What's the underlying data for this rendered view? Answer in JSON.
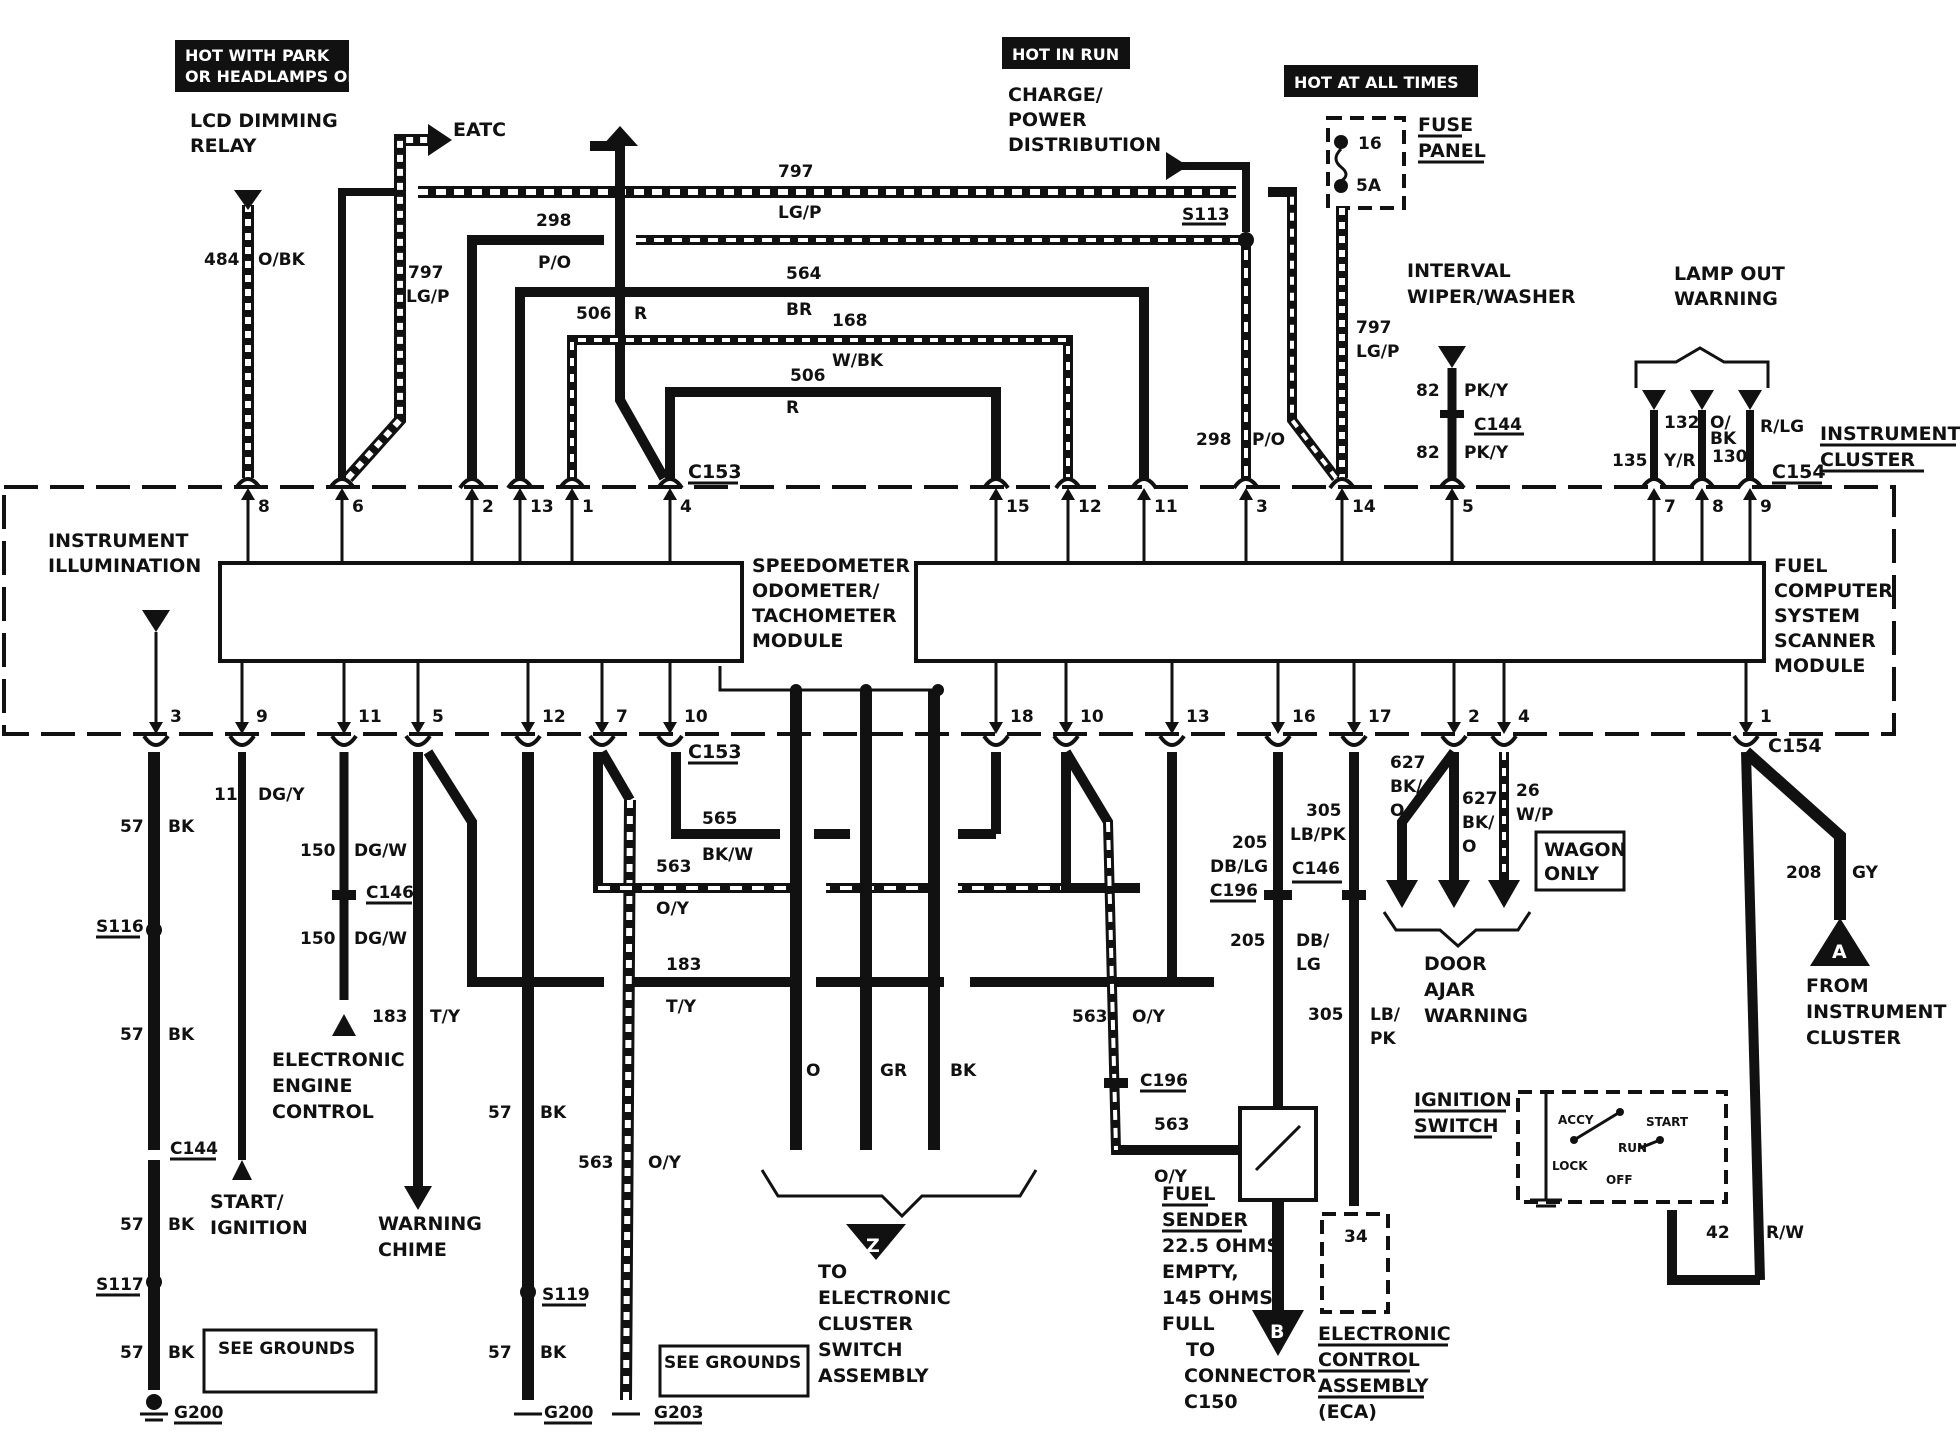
{
  "tags": {
    "hot_park": [
      "HOT WITH PARK",
      "OR HEADLAMPS ON"
    ],
    "hot_run": "HOT IN RUN",
    "hot_all": "HOT AT ALL TIMES"
  },
  "top_labels": {
    "lcd": [
      "LCD DIMMING",
      "RELAY"
    ],
    "eatc": "EATC",
    "charge": [
      "CHARGE/",
      "POWER",
      "DISTRIBUTION"
    ],
    "fuse_panel": [
      "FUSE",
      "PANEL"
    ],
    "fuse_16": "16",
    "fuse_5a": "5A",
    "interval": [
      "INTERVAL",
      "WIPER/WASHER"
    ],
    "lamp_out": [
      "LAMP OUT",
      "WARNING"
    ],
    "instrument_cluster": [
      "INSTRUMENT",
      "CLUSTER"
    ]
  },
  "wire_labels_top": {
    "w484": "484",
    "w484c": "O/BK",
    "w797a": "797",
    "w797ac": "LG/P",
    "w797b": "797",
    "w797bc": "LG/P",
    "w298": "298",
    "w298c": "P/O",
    "w564": "564",
    "w564c": "BR",
    "w506a": "506",
    "w506ac": "R",
    "w168": "168",
    "w168c": "W/BK",
    "w506b": "506",
    "w506bc": "R",
    "s113": "S113",
    "w298b": "298",
    "w298bc": "P/O",
    "w797c": "797",
    "w797cc": "LG/P",
    "w82a": "82",
    "w82ac": "PK/Y",
    "c144t": "C144",
    "w82b": "82",
    "w82bc": "PK/Y",
    "w132": "132",
    "w132c": "O/",
    "w132c2": "BK",
    "w135": "135",
    "w135c": "Y/R",
    "w130": "130",
    "w130c": "R/LG"
  },
  "connectors": {
    "c153_top": "C153",
    "c154_top": "C154",
    "c153_bot": "C153",
    "c154_bot": "C154",
    "pins_top": [
      "8",
      "6",
      "2",
      "13",
      "1",
      "4",
      "15",
      "12",
      "11",
      "3",
      "14",
      "5",
      "7",
      "8",
      "9"
    ],
    "pins_bot": [
      "3",
      "9",
      "11",
      "5",
      "12",
      "7",
      "10",
      "18",
      "10",
      "13",
      "16",
      "17",
      "2",
      "4",
      "1"
    ]
  },
  "modules": {
    "instrument_illumination": [
      "INSTRUMENT",
      "ILLUMINATION"
    ],
    "speedo": [
      "SPEEDOMETER",
      "ODOMETER/",
      "TACHOMETER",
      "MODULE"
    ],
    "fuel": [
      "FUEL",
      "COMPUTER",
      "SYSTEM",
      "SCANNER",
      "MODULE"
    ]
  },
  "wire_labels_bottom": {
    "w57a": "57",
    "w57ac": "BK",
    "s116": "S116",
    "w57b": "57",
    "w57bc": "BK",
    "c144b": "C144",
    "w57c": "57",
    "w57cc": "BK",
    "s117": "S117",
    "w57d": "57",
    "w57dc": "BK",
    "g200a": "G200",
    "w11": "11",
    "w11c": "DG/Y",
    "w150a": "150",
    "w150ac": "DG/W",
    "c146a": "C146",
    "w150b": "150",
    "w150bc": "DG/W",
    "w183a": "183",
    "w183ac": "T/Y",
    "w57e": "57",
    "w57ec": "BK",
    "s119": "S119",
    "w57f": "57",
    "w57fc": "BK",
    "g200b": "G200",
    "w563a": "563",
    "w563ac": "O/Y",
    "g203": "G203",
    "w565": "565",
    "w565c": "BK/W",
    "w563b": "563",
    "w563bc": "O/Y",
    "w183b": "183",
    "w183bc": "T/Y",
    "wo": "O",
    "wgr": "GR",
    "wbk": "BK",
    "w563c": "563",
    "w563cc": "O/Y",
    "c196a": "C196",
    "w563d": "563",
    "w563dc": "O/Y",
    "w205a": "205",
    "w205ac": "DB/LG",
    "c196b": "C196",
    "w305a": "305",
    "w305ac": "LB/PK",
    "c146b": "C146",
    "w205b": "205",
    "w205bc": "DB/",
    "w205bc2": "LG",
    "w305b": "305",
    "w305bc": "LB/",
    "w305bc2": "PK",
    "w627a": "627",
    "w627ac": "BK/",
    "w627ac2": "O",
    "w627b": "627",
    "w627bc": "BK/",
    "w627bc2": "O",
    "w26": "26",
    "w26c": "W/P",
    "w208": "208",
    "w208c": "GY",
    "w42": "42",
    "w42c": "R/W"
  },
  "bottom_labels": {
    "eec": [
      "ELECTRONIC",
      "ENGINE",
      "CONTROL"
    ],
    "start": [
      "START/",
      "IGNITION"
    ],
    "chime": [
      "WARNING",
      "CHIME"
    ],
    "see_grounds_1": "SEE GROUNDS",
    "see_grounds_2": "SEE GROUNDS",
    "to_cluster": [
      "TO",
      "ELECTRONIC",
      "CLUSTER",
      "SWITCH",
      "ASSEMBLY"
    ],
    "z": "Z",
    "fuel_sender": [
      "FUEL",
      "SENDER",
      "22.5 OHMS",
      "EMPTY,",
      "145 OHMS",
      "FULL"
    ],
    "to_connector": [
      "TO",
      "CONNECTOR",
      "C150"
    ],
    "b": "B",
    "eca_pin": "34",
    "eca": [
      "ELECTRONIC",
      "CONTROL",
      "ASSEMBLY",
      "(ECA)"
    ],
    "wagon": [
      "WAGON",
      "ONLY"
    ],
    "door": [
      "DOOR",
      "AJAR",
      "WARNING"
    ],
    "from_cluster": [
      "FROM",
      "INSTRUMENT",
      "CLUSTER"
    ],
    "a": "A",
    "ignition_switch": [
      "IGNITION",
      "SWITCH"
    ],
    "ign_positions": [
      "ACCY",
      "START",
      "RUN",
      "LOCK",
      "OFF"
    ]
  }
}
